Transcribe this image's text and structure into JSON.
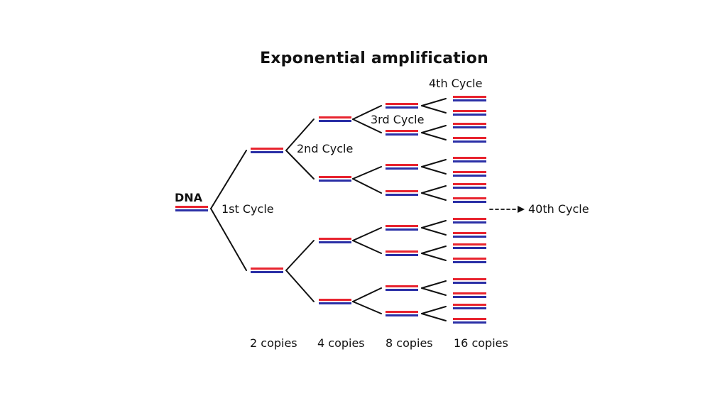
{
  "title": "Exponential amplification",
  "dna_label": "DNA",
  "cycles": [
    "1st Cycle",
    "2nd Cycle",
    "3rd Cycle",
    "4th Cycle"
  ],
  "final_cycle": "40th Cycle",
  "copies": [
    "2 copies",
    "4 copies",
    "8 copies",
    "16 copies"
  ],
  "colors": {
    "strand_top": "#e8242f",
    "strand_bottom": "#2a2fa6",
    "line": "#111111"
  }
}
